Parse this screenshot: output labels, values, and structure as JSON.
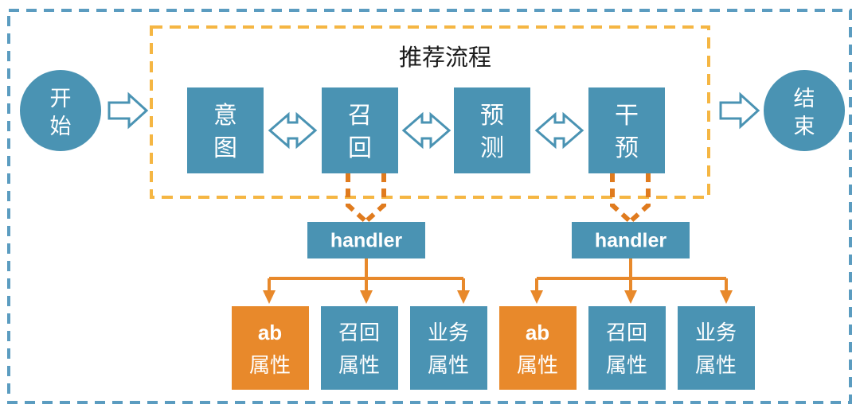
{
  "diagram": {
    "title": "推荐流程",
    "colors": {
      "blue": "#4A93B3",
      "blue_dash": "#5B9CC0",
      "orange": "#E8892B",
      "orange_dash": "#E07B1E",
      "yellow_dash": "#F5B643",
      "arrow_blue_outline": "#4A93B3",
      "start_end_fill": "#4A93B3",
      "text_white": "#FFFFFF",
      "title_color": "#1A1A1A",
      "background": "#FFFFFF"
    },
    "outer_boundary": {
      "name": "outer-dashed-boundary",
      "style": "dashed",
      "color": "#5B9CC0"
    },
    "group_boundary": {
      "name": "recommendation-flow-group",
      "style": "dashed",
      "color": "#F5B643",
      "label": "推荐流程"
    },
    "start_node": {
      "label_lines": [
        "开",
        "始"
      ],
      "shape": "circle"
    },
    "end_node": {
      "label_lines": [
        "结",
        "束"
      ],
      "shape": "circle"
    },
    "pipeline_stages": [
      {
        "id": "intent",
        "label_lines": [
          "意",
          "图"
        ]
      },
      {
        "id": "recall",
        "label_lines": [
          "召",
          "回"
        ]
      },
      {
        "id": "predict",
        "label_lines": [
          "预",
          "测"
        ]
      },
      {
        "id": "intervene",
        "label_lines": [
          "干",
          "预"
        ]
      }
    ],
    "handlers": [
      {
        "id": "handler-left",
        "label": "handler",
        "source_stage": "recall"
      },
      {
        "id": "handler-right",
        "label": "handler",
        "source_stage": "intervene"
      }
    ],
    "attribute_groups": [
      {
        "id": "attrs-left",
        "handler": "handler-left",
        "items": [
          {
            "id": "ab-attr-left",
            "label_lines": [
              "ab",
              "属性"
            ],
            "color": "#E8892B",
            "bold_first_line": true
          },
          {
            "id": "recall-attr-left",
            "label_lines": [
              "召回",
              "属性"
            ],
            "color": "#4A93B3",
            "bold_first_line": false
          },
          {
            "id": "business-attr-left",
            "label_lines": [
              "业务",
              "属性"
            ],
            "color": "#4A93B3",
            "bold_first_line": false
          }
        ]
      },
      {
        "id": "attrs-right",
        "handler": "handler-right",
        "items": [
          {
            "id": "ab-attr-right",
            "label_lines": [
              "ab",
              "属性"
            ],
            "color": "#E8892B",
            "bold_first_line": true
          },
          {
            "id": "recall-attr-right",
            "label_lines": [
              "召回",
              "属性"
            ],
            "color": "#4A93B3",
            "bold_first_line": false
          },
          {
            "id": "business-attr-right",
            "label_lines": [
              "业务",
              "属性"
            ],
            "color": "#4A93B3",
            "bold_first_line": false
          }
        ]
      }
    ],
    "connectors": {
      "start_to_pipeline": {
        "type": "block-arrow-outline",
        "direction": "right"
      },
      "pipeline_to_end": {
        "type": "block-arrow-outline",
        "direction": "right"
      },
      "between_stages": {
        "type": "block-arrow-double-outline",
        "count": 3
      },
      "stage_to_handler": {
        "type": "dashed-arrow-down",
        "color": "#E07B1E",
        "count": 2
      },
      "handler_to_attrs": {
        "type": "solid-fanout-arrow-down",
        "color": "#E8892B",
        "count": 2
      }
    }
  }
}
